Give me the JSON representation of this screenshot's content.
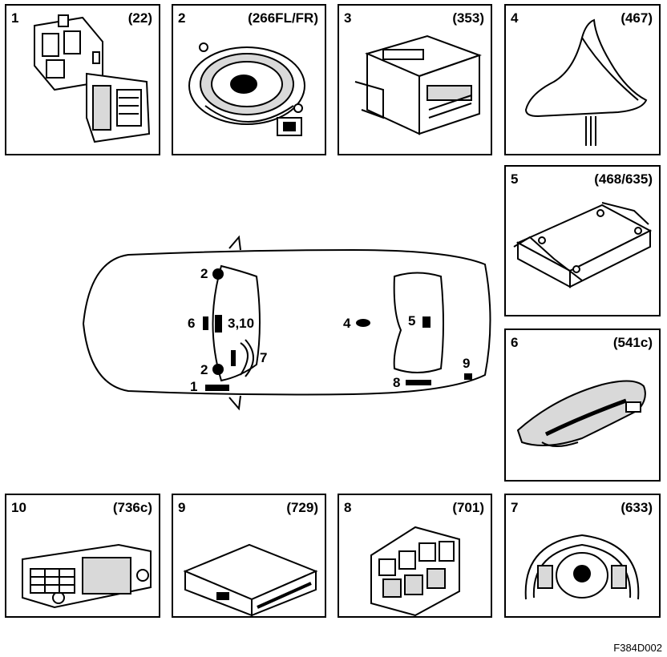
{
  "figure_id": "F384D002",
  "components": [
    {
      "num": "1",
      "code": "(22)",
      "icon": "control-module-bracket"
    },
    {
      "num": "2",
      "code": "(266FL/FR)",
      "icon": "speaker"
    },
    {
      "num": "3",
      "code": "(353)",
      "icon": "cd-changer-unit"
    },
    {
      "num": "4",
      "code": "(467)",
      "icon": "shark-fin-antenna"
    },
    {
      "num": "5",
      "code": "(468/635)",
      "icon": "amplifier-module"
    },
    {
      "num": "6",
      "code": "(541c)",
      "icon": "switch-panel"
    },
    {
      "num": "7",
      "code": "(633)",
      "icon": "steering-wheel-controls"
    },
    {
      "num": "8",
      "code": "(701)",
      "icon": "connector-module"
    },
    {
      "num": "9",
      "code": "(729)",
      "icon": "dvd-unit"
    },
    {
      "num": "10",
      "code": "(736c)",
      "icon": "infotainment-head-unit"
    }
  ],
  "car_labels": {
    "l2_front": "2",
    "l2_rear": "2",
    "l6": "6",
    "l3_10": "3,10",
    "l7": "7",
    "l1": "1",
    "l4": "4",
    "l5": "5",
    "l8": "8",
    "l9": "9"
  },
  "colors": {
    "line": "#000000",
    "background": "#ffffff",
    "part_fill": "#d9d9d9"
  }
}
